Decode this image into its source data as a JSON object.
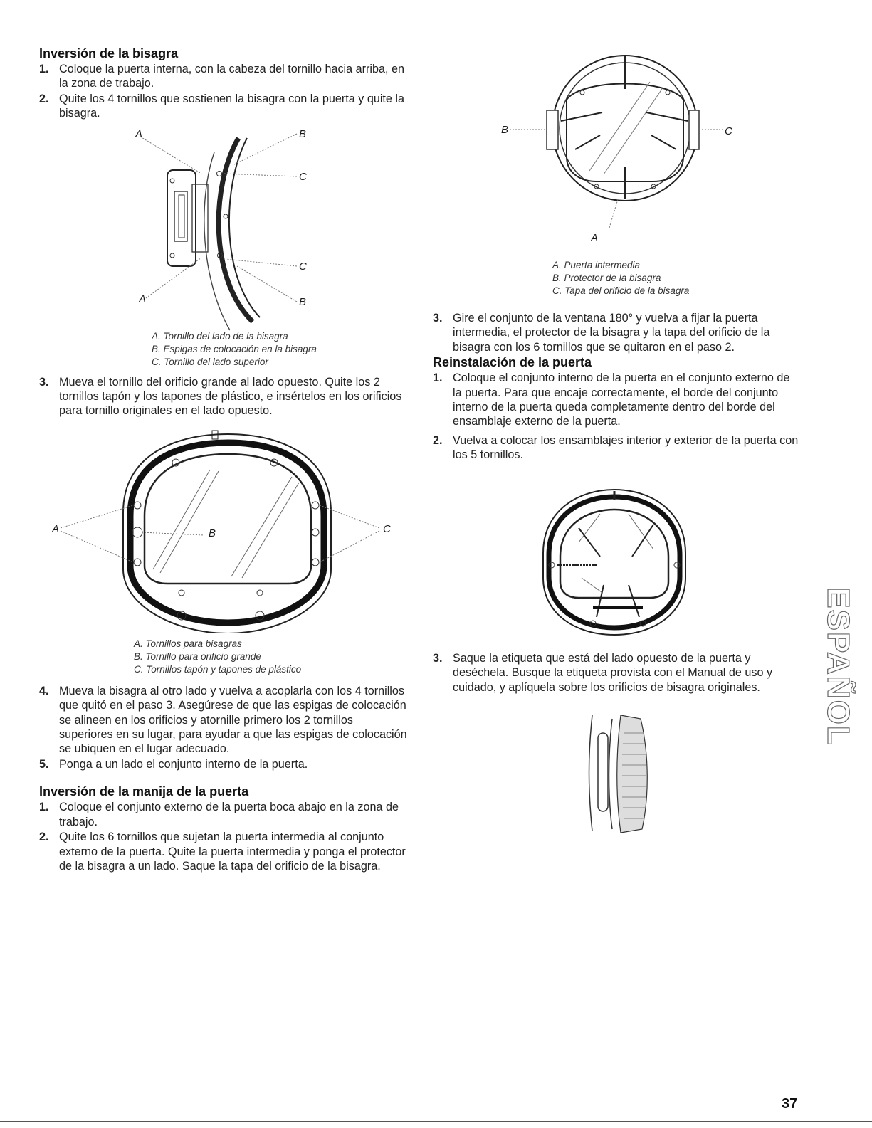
{
  "left": {
    "section1": {
      "heading": "Inversión de la bisagra",
      "steps": [
        {
          "num": "1.",
          "text": "Coloque la puerta interna, con la cabeza del tornillo hacia arriba, en la zona de trabajo."
        },
        {
          "num": "2.",
          "text": "Quite los 4 tornillos que sostienen la bisagra con la puerta y quite la bisagra."
        }
      ],
      "fig1": {
        "labels": {
          "a1": "A",
          "b1": "B",
          "c1": "C",
          "c2": "C",
          "a2": "A",
          "b2": "B"
        },
        "captions": [
          "A. Tornillo del lado de la bisagra",
          "B. Espigas de colocación en la bisagra",
          "C. Tornillo del lado superior"
        ]
      },
      "step3": {
        "num": "3.",
        "text": "Mueva el tornillo del orificio grande al lado opuesto. Quite los 2 tornillos tapón y los tapones de plástico, e insértelos en los orificios para tornillo originales en el lado opuesto."
      },
      "fig2": {
        "labels": {
          "a": "A",
          "b": "B",
          "c": "C"
        },
        "captions": [
          "A. Tornillos para bisagras",
          "B. Tornillo para orificio grande",
          "C. Tornillos tapón y tapones de plástico"
        ]
      },
      "steps_b": [
        {
          "num": "4.",
          "text": "Mueva la bisagra al otro lado y vuelva a acoplarla con los 4 tornillos que quitó en el paso 3. Asegúrese de que las espigas de colocación se alineen en los orificios y atornille primero los 2 tornillos superiores en su lugar, para ayudar a que las espigas de colocación se ubiquen en el lugar adecuado."
        },
        {
          "num": "5.",
          "text": "Ponga a un lado el conjunto interno de la puerta."
        }
      ]
    },
    "section2": {
      "heading": "Inversión de la manija de la puerta",
      "steps": [
        {
          "num": "1.",
          "text": "Coloque el conjunto externo de la puerta boca abajo en la zona de trabajo."
        },
        {
          "num": "2.",
          "text": "Quite los 6 tornillos que sujetan la puerta intermedia al conjunto externo de la puerta. Quite la puerta intermedia y ponga el protector de la bisagra a un lado. Saque la tapa del orificio de la bisagra."
        }
      ]
    }
  },
  "right": {
    "fig3": {
      "labels": {
        "b": "B",
        "c": "C",
        "a": "A"
      },
      "captions": [
        "A. Puerta intermedia",
        "B. Protector de la bisagra",
        "C. Tapa del orificio de la bisagra"
      ]
    },
    "step3": {
      "num": "3.",
      "text": "Gire el conjunto de la ventana 180° y vuelva a fijar la puerta intermedia, el protector de la bisagra y la tapa del orificio de la bisagra con los 6 tornillos que se quitaron en el paso 2."
    },
    "section3": {
      "heading": "Reinstalación de la puerta",
      "steps": [
        {
          "num": "1.",
          "text": "Coloque el conjunto interno de la puerta en el conjunto externo de la puerta. Para que encaje correctamente, el borde del conjunto interno de la puerta queda completamente dentro del borde del ensamblaje externo de la puerta."
        },
        {
          "num": "2.",
          "text": "Vuelva a colocar los ensamblajes interior y exterior de la puerta con los 5 tornillos."
        }
      ],
      "step3": {
        "num": "3.",
        "text": "Saque la etiqueta que está del lado opuesto de la puerta y deséchela. Busque la etiqueta provista con el Manual de uso y cuidado, y aplíquela sobre los orificios de bisagra originales."
      }
    }
  },
  "side_tab": "ESPAÑOL",
  "page_number": "37"
}
